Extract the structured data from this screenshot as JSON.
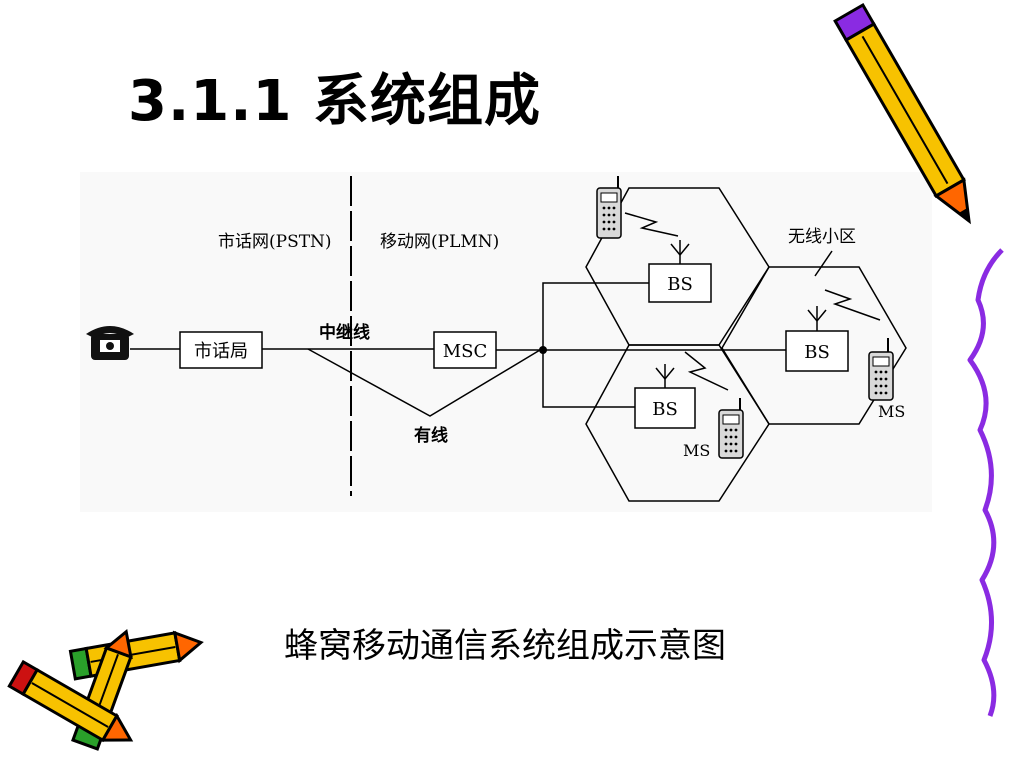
{
  "slide": {
    "title": "3.1.1   系统组成",
    "caption": "蜂窝移动通信系统组成示意图"
  },
  "diagram": {
    "pstn_label": "市话网(PSTN)",
    "plmn_label": "移动网(PLMN)",
    "local_exchange": "市话局",
    "trunk_label": "中继线",
    "msc": "MSC",
    "wired_label": "有线",
    "wireless_cell_label": "无线小区",
    "bs_label": "BS",
    "ms_label": "MS"
  },
  "colors": {
    "ribbon": "#8a2be2",
    "pencil_body": "#f7c200",
    "pencil_tip": "#ff6600",
    "pencil_outline": "#000000",
    "pencil_eraser": "#cc1111",
    "pencil_band": "#2aa02a",
    "diagram_bg": "#f9f9f9"
  },
  "icons": [
    "pencil-icon",
    "telephone-icon",
    "antenna-icon",
    "mobile-phone-icon",
    "lightning-icon"
  ]
}
